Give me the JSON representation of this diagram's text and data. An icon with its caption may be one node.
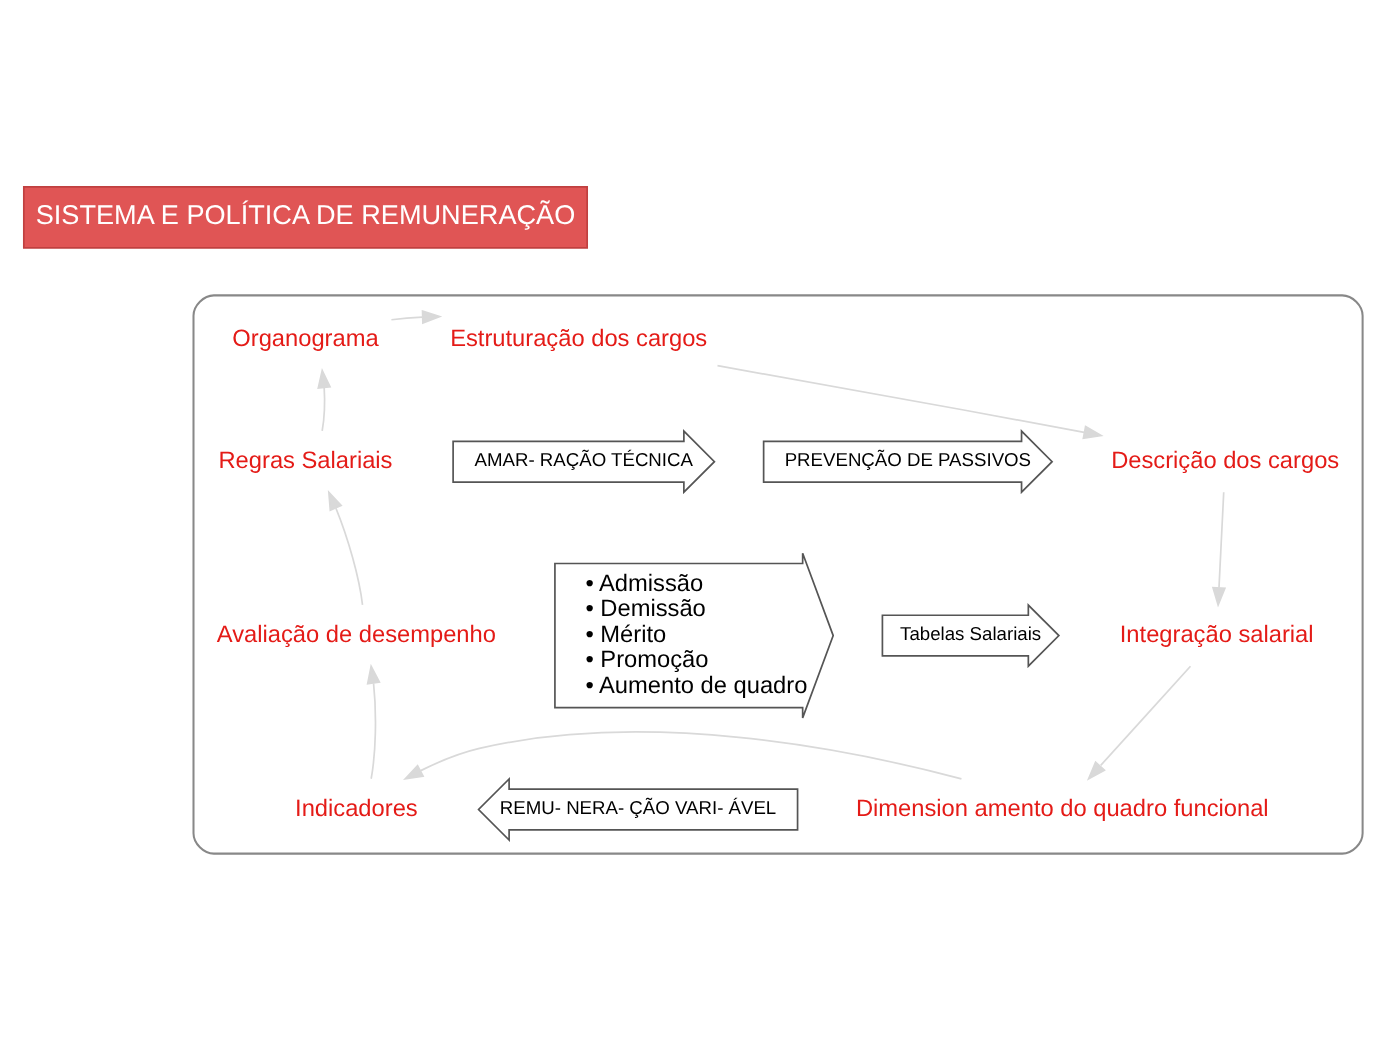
{
  "diagram": {
    "nodes": [
      {
        "text": [
          "SISTEMA E POLÍTICA DE REMUNERAÇÃO"
        ]
      },
      {
        "text": [],
        "shape": "ellipse"
      },
      {
        "text": [
          "Organograma"
        ],
        "in": 1
      },
      {
        "text": [
          "Estruturação dos cargos"
        ],
        "in": 1
      },
      {
        "text": [
          "Descrição dos cargos"
        ],
        "in": 1
      },
      {
        "text": [
          "Integração salarial"
        ],
        "in": 1
      },
      {
        "text": [
          "Dimension amento do quadro funcional"
        ],
        "in": 1
      },
      {
        "text": [
          "Indicadores"
        ],
        "in": 1
      },
      {
        "text": [
          "Avaliação de desempenho"
        ],
        "in": 1
      },
      {
        "text": [
          "Regras Salariais"
        ],
        "in": 1
      },
      {
        "text": [
          "AMAR- RAÇÃO TÉCNICA"
        ],
        "in": 1
      },
      {
        "text": [
          "PREVENÇÃO DE PASSIVOS"
        ],
        "in": 1
      },
      {
        "text": [
          "Tabelas Salariais"
        ],
        "in": 1
      },
      {
        "text": [
          "REMU- NERA- ÇÃO VARI- ÁVEL"
        ],
        "in": 1
      },
      {
        "text": [
          "• Admissão",
          "• Demissão",
          "• Mérito",
          "• Promoção",
          "• Aumento de quadro"
        ],
        "in": 1
      }
    ],
    "edges": [
      {
        "from": 2,
        "to": 3,
        "arrow": "to"
      },
      {
        "from": 3,
        "to": 4,
        "arrow": "to"
      },
      {
        "from": 4,
        "to": 5,
        "arrow": "to"
      },
      {
        "from": 5,
        "to": 6,
        "arrow": "to"
      },
      {
        "from": 6,
        "to": 7,
        "arrow": "to"
      },
      {
        "from": 7,
        "to": 8,
        "arrow": "to"
      },
      {
        "from": 8,
        "to": 9,
        "arrow": "to"
      },
      {
        "from": 9,
        "to": 2,
        "arrow": "to"
      }
    ]
  }
}
